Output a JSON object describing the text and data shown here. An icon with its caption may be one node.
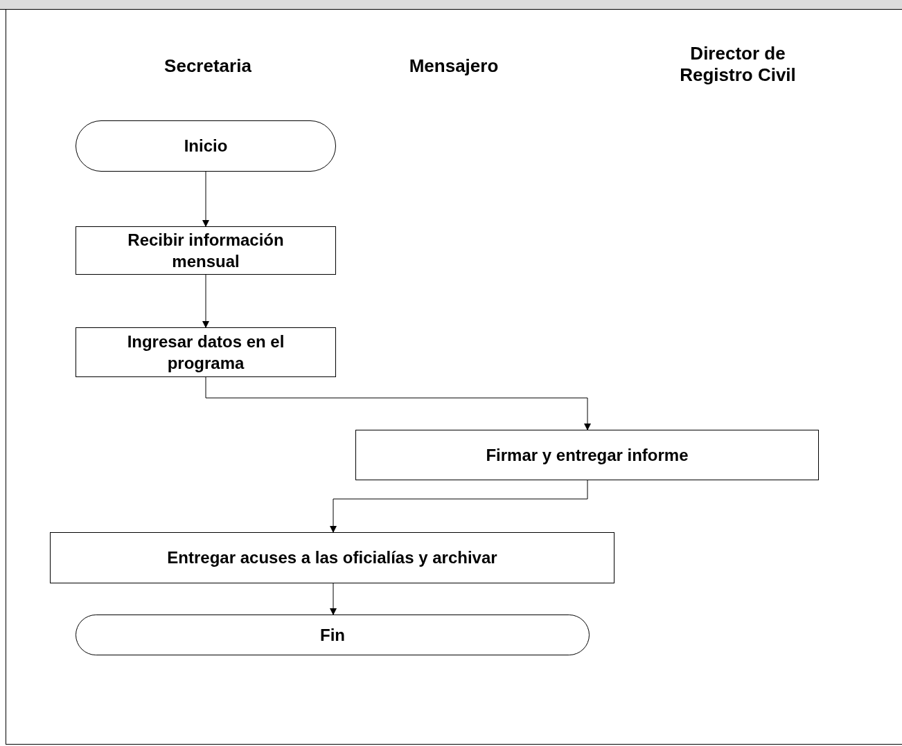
{
  "diagram": {
    "nodes": [
      {
        "text": [
          "Inicio"
        ]
      },
      {
        "text": [
          "Recibir información mensual"
        ]
      },
      {
        "text": [
          "Ingresar datos en el programa"
        ]
      },
      {
        "text": [
          "Firmar y entregar informe"
        ]
      },
      {
        "text": [
          "Entregar acuses a las oficialías y archivar"
        ]
      },
      {
        "text": [
          "Fin"
        ]
      }
    ],
    "edges": [
      {
        "from": 0,
        "to": 1,
        "arrow": "to"
      },
      {
        "from": 1,
        "to": 2,
        "arrow": "to"
      },
      {
        "from": 2,
        "to": 3,
        "arrow": "to"
      },
      {
        "from": 3,
        "to": 4,
        "arrow": "to"
      },
      {
        "from": 4,
        "to": 5,
        "arrow": "to"
      }
    ],
    "labels": [
      "Secretaria",
      "Mensajero",
      "Director de Registro Civil"
    ]
  }
}
